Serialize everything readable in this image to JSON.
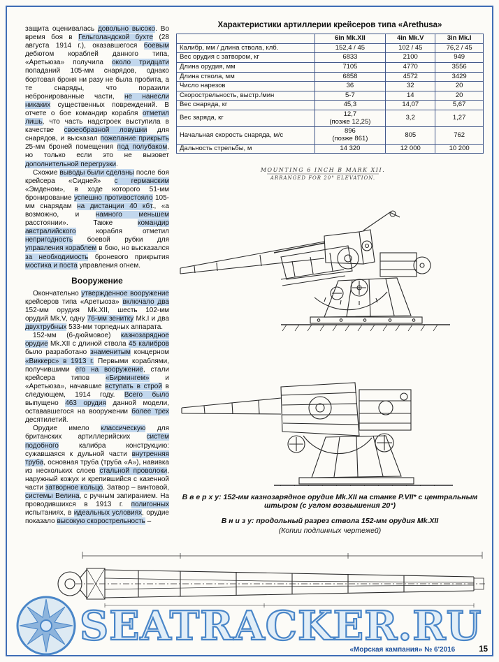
{
  "article": {
    "sections": [
      {
        "type": "para",
        "indent": false,
        "text": "защита оценивалась довольно высоко. Во время боя в Гельголандской бухте (28 августа 1914 г.), оказавшегося боевым дебютом кораблей данного типа, «Аретьюза» получила около тридцати попаданий 105-мм снарядов, однако бортовая броня ни разу не была пробита, а те снаряды, что поразили небронированные части, не нанесли никаких существенных повреждений. В отчете о бое командир корабля отметил лишь, что часть надстроек выступила в качестве своеобразной ловушки для снарядов, и высказал пожелание прикрыть 25-мм броней помещения под полубаком, но только если это не вызовет дополнительной перегрузки."
      },
      {
        "type": "para",
        "indent": true,
        "text": "Схожие выводы были сделаны после боя крейсера «Сидней» с германским «Эмденом», в ходе которого 51-мм бронирование успешно противостояло 105-мм снарядам на дистанции 40 кбт., «а возможно, и намного меньшем расстоянии». Также командир австралийского корабля отметил непригодность боевой рубки для управления кораблем в бою, но высказался за необходимость броневого прикрытия мостика и поста управления огнем."
      },
      {
        "type": "heading",
        "text": "Вооружение"
      },
      {
        "type": "para",
        "indent": true,
        "text": "Окончательно утвержденное вооружение крейсеров типа «Аретьюза» включало два 152-мм орудия Mk.XII, шесть 102-мм орудий Mk.V, одну 76-мм зенитку Mk.I и два двухтрубных 533-мм торпедных аппарата."
      },
      {
        "type": "para",
        "indent": true,
        "text": "152-мм (6-дюймовое) казнозарядное орудие Mk.XII с длиной ствола 45 калибров было разработано знаменитым концерном «Виккерс» в 1913 г. Первыми кораблями, получившими его на вооружение, стали крейсера типов «Бирмингем» и «Аретьюза», начавшие вступать в строй в следующем, 1914 году. Всего было выпущено 463 орудия данной модели, остававшегося на вооружении более трех десятилетий."
      },
      {
        "type": "para",
        "indent": true,
        "text": "Орудие имело классическую для британских артиллерийских систем подобного калибра конструкцию: сужавшаяся к дульной части внутренняя труба, основная труба (труба «А»), навивка из нескольких слоев стальной проволоки, наружный кожух и крепившийся с казенной части затворное кольцо. Затвор – винтовой, системы Велина, с ручным запиранием. На проводившихся в 1913 г. полигонных испытаниях, в идеальных условиях, орудие показало высокую скорострельность –"
      }
    ],
    "highlights": [
      "довольно высоко",
      "Гельголандской бухте",
      "боевым",
      "около тридцати",
      "не нанесли никаких",
      "отметил лишь",
      "своеобразной ловушки",
      "пожелание прикрыть",
      "под полубаком",
      "дополнительной перегрузки",
      "выводы были сделаны",
      "с германским",
      "успешно противостояло",
      "на дистанции 40 кбт",
      "намного меньшем",
      "командир австралийского",
      "непригодность",
      "управления кораблем",
      "за необходимость",
      "мостика и поста",
      "утвержденное вооружение",
      "включало два",
      "76-мм зенитку",
      "двухтрубных",
      "казнозарядное орудие",
      "45 калибров",
      "знаменитым",
      "«Виккерс» в 1913 г.",
      "его на вооружение",
      "«Бирмингем»",
      "вступать в строй",
      "Всего было",
      "463 орудия",
      "более трех",
      "классическую",
      "систем подобного",
      "внутренняя труба",
      "стальной проволоки",
      "затворное кольцо",
      "системы Велина",
      "полигонных",
      "идеальных условиях",
      "высокую скорострельность"
    ]
  },
  "table": {
    "title": "Характеристики артиллерии крейсеров типа «Arethusa»",
    "columns": [
      "",
      "6in Mk.XII",
      "4in Mk.V",
      "3in Mk.I"
    ],
    "rows": [
      [
        "Калибр, мм / длина ствола, клб.",
        "152,4 / 45",
        "102 / 45",
        "76,2 / 45"
      ],
      [
        "Вес орудия с затвором, кг",
        "6833",
        "2100",
        "949"
      ],
      [
        "Длина орудия, мм",
        "7105",
        "4770",
        "3556"
      ],
      [
        "Длина ствола, мм",
        "6858",
        "4572",
        "3429"
      ],
      [
        "Число нарезов",
        "36",
        "32",
        "20"
      ],
      [
        "Скорострельность, выстр./мин",
        "5-7",
        "14",
        "20"
      ],
      [
        "Вес снаряда, кг",
        "45,3",
        "14,07",
        "5,67"
      ],
      [
        "Вес заряда, кг",
        "12,7\n(позже 12,25)",
        "3,2",
        "1,27"
      ],
      [
        "Начальная скорость снаряда, м/с",
        "896\n(позже 861)",
        "805",
        "762"
      ],
      [
        "Дальность стрельбы, м",
        "14 320",
        "12 000",
        "10 200"
      ]
    ]
  },
  "drawings": {
    "label1": "MOUNTING 6 INCH B MARK XII.",
    "label2": "ARRANGED FOR 20° ELEVATION.",
    "caption_top": "В в е р х у: 152-мм казнозарядное орудие Mk.XII на станке P.VII* с центральным штыром (с углом возвышения 20°)",
    "caption_bottom": "В н и з у: продольный разрез ствола 152-мм орудия Mk.XII",
    "caption_note": "(Копии подлинных чертежей)"
  },
  "watermark": {
    "text": "SEATRACKER.RU"
  },
  "footer": {
    "journal": "«Морская кампания» № 6'2016",
    "page": "15"
  }
}
